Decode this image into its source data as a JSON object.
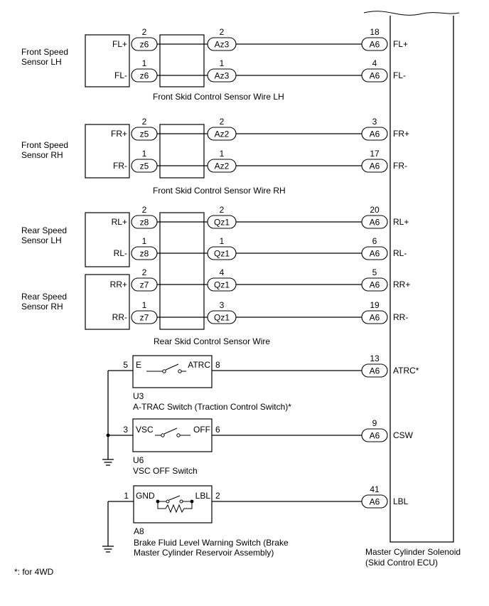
{
  "sensors": {
    "front_lh": "Front Speed\nSensor LH",
    "front_rh": "Front Speed\nSensor RH",
    "rear_lh": "Rear Speed\nSensor LH",
    "rear_rh": "Rear Speed\nSensor RH"
  },
  "harness": {
    "front_lh": "Front Skid Control Sensor Wire LH",
    "front_rh": "Front Skid Control Sensor Wire RH",
    "rear": "Rear Skid Control Sensor Wire"
  },
  "sensor_pins": {
    "fl_plus": "FL+",
    "fl_minus": "FL-",
    "fr_plus": "FR+",
    "fr_minus": "FR-",
    "rl_plus": "RL+",
    "rl_minus": "RL-",
    "rr_plus": "RR+",
    "rr_minus": "RR-"
  },
  "ecu_pins": {
    "fl_plus": "FL+",
    "fl_minus": "FL-",
    "fr_plus": "FR+",
    "fr_minus": "FR-",
    "rl_plus": "RL+",
    "rl_minus": "RL-",
    "rr_plus": "RR+",
    "rr_minus": "RR-",
    "atrc": "ATRC*",
    "csw": "CSW",
    "lbl": "LBL"
  },
  "connectors": {
    "z6": "z6",
    "z5": "z5",
    "z8": "z8",
    "z7": "z7",
    "az3": "Az3",
    "az2": "Az2",
    "qz1": "Qz1",
    "a6": "A6"
  },
  "pin_numbers": {
    "z_fl_plus": "2",
    "z_fl_minus": "1",
    "az_fl_plus": "2",
    "az_fl_minus": "1",
    "a6_fl_plus": "18",
    "a6_fl_minus": "4",
    "z_fr_plus": "2",
    "z_fr_minus": "1",
    "az_fr_plus": "2",
    "az_fr_minus": "1",
    "a6_fr_plus": "3",
    "a6_fr_minus": "17",
    "z_rl_plus": "2",
    "z_rl_minus": "1",
    "qz_rl_plus": "2",
    "qz_rl_minus": "1",
    "a6_rl_plus": "20",
    "a6_rl_minus": "6",
    "z_rr_plus": "2",
    "z_rr_minus": "1",
    "qz_rr_plus": "4",
    "qz_rr_minus": "3",
    "a6_rr_plus": "5",
    "a6_rr_minus": "19",
    "u3_left": "5",
    "u3_right": "8",
    "a6_atrc": "13",
    "u6_left": "3",
    "u6_right": "6",
    "a6_csw": "9",
    "a8_left": "1",
    "a8_right": "2",
    "a6_lbl": "41"
  },
  "switches": {
    "u3": {
      "code": "U3",
      "name": "A-TRAC Switch (Traction Control Switch)*",
      "left": "E",
      "right": "ATRC"
    },
    "u6": {
      "code": "U6",
      "name": "VSC OFF Switch",
      "left": "VSC",
      "right": "OFF"
    },
    "a8": {
      "code": "A8",
      "name_line1": "Brake Fluid Level Warning Switch (Brake",
      "name_line2": "Master Cylinder Reservoir Assembly)",
      "left": "GND",
      "right": "LBL"
    }
  },
  "ecu": {
    "line1": "Master Cylinder Solenoid",
    "line2": "(Skid Control ECU)"
  },
  "footnote": "*: for 4WD"
}
